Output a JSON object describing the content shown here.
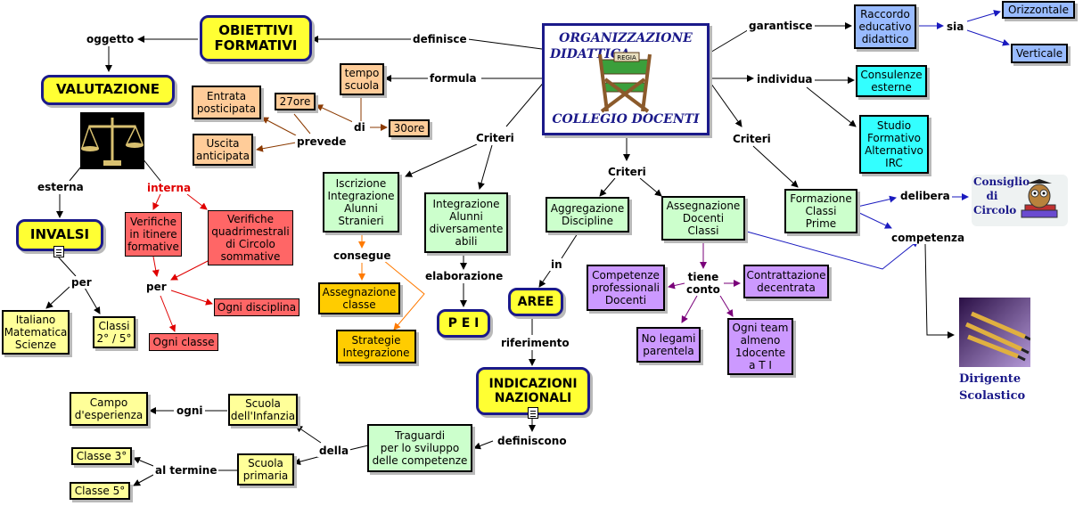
{
  "center": {
    "line1": "ORGANIZZAZIONE",
    "line2": "DIDATTICA",
    "line3": "COLLEGIO DOCENTI",
    "sign": "REGIA"
  },
  "nodes": {
    "obiettivi": "OBIETTIVI\nFORMATIVI",
    "valutazione": "VALUTAZIONE",
    "invalsi": "INVALSI",
    "italiano": "Italiano\nMatematica\nScienze",
    "classi25": "Classi\n2° / 5°",
    "verifiche_itinere": "Verifiche\nin itinere\nformative",
    "verifiche_quadri": "Verifiche\nquadrimestrali\ndi Circolo\nsommative",
    "ogni_disciplina": "Ogni disciplina",
    "ogni_classe": "Ogni classe",
    "tempo_scuola": "tempo\nscuola",
    "ore27": "27ore",
    "ore30": "30ore",
    "entrata": "Entrata\nposticipata",
    "uscita": "Uscita\nanticipata",
    "iscrizione": "Iscrizione\nIntegrazione\nAlunni\nStranieri",
    "integrazione_abili": "Integrazione\nAlunni\ndiversamente\nabili",
    "assegnazione_classe": "Assegnazione\nclasse",
    "strategie": "Strategie\nIntegrazione",
    "pei": "P E I",
    "aggregazione": "Aggregazione\nDiscipline",
    "assegnazione_docenti": "Assegnazione\nDocenti\nClassi",
    "aree": "AREE",
    "indicazioni": "INDICAZIONI\nNAZIONALI",
    "traguardi": "Traguardi\nper lo sviluppo\ndelle competenze",
    "scuola_infanzia": "Scuola\ndell'Infanzia",
    "campo": "Campo\nd'esperienza",
    "scuola_primaria": "Scuola\nprimaria",
    "classe3": "Classe 3°",
    "classe5": "Classe 5°",
    "competenze_prof": "Competenze\nprofessionali\nDocenti",
    "contrattazione": "Contrattazione\ndecentrata",
    "no_legami": "No legami\nparentela",
    "ogni_team": "Ogni team\nalmeno\n1docente\na T I",
    "raccordo": "Raccordo\neducativo\ndidattico",
    "orizzontale": "Orizzontale",
    "verticale": "Verticale",
    "consulenze": "Consulenze\nesterne",
    "studio": "Studio\nFormativo\nAlternativo\nIRC",
    "formazione": "Formazione\nClassi\nPrime",
    "consiglio": "Consiglio\ndi\nCircolo",
    "dirigente": "Dirigente\nScolastico"
  },
  "labels": {
    "definisce": "definisce",
    "oggetto": "oggetto",
    "formula": "formula",
    "di": "di",
    "prevede": "prevede",
    "criteri_left": "Criteri",
    "criteri_mid": "Criteri",
    "criteri_right": "Criteri",
    "esterna": "esterna",
    "interna": "interna",
    "per_invalsi": "per",
    "per_verifiche": "per",
    "consegue": "consegue",
    "elaborazione": "elaborazione",
    "in": "in",
    "riferimento": "riferimento",
    "definiscono": "definiscono",
    "della": "della",
    "ogni": "ogni",
    "al_termine": "al termine",
    "tiene_conto": "tiene\nconto",
    "garantisce": "garantisce",
    "sia": "sia",
    "individua": "individua",
    "delibera": "delibera",
    "competenza": "competenza"
  },
  "colors": {
    "title_fill": "#ffff33",
    "title_border": "#1b1a8a",
    "red_arrow": "#e00000",
    "brown_arrow": "#8b3a00",
    "orange_arrow": "#ff7a00",
    "purple_arrow": "#7a007a",
    "blue_arrow": "#1a1abf"
  }
}
